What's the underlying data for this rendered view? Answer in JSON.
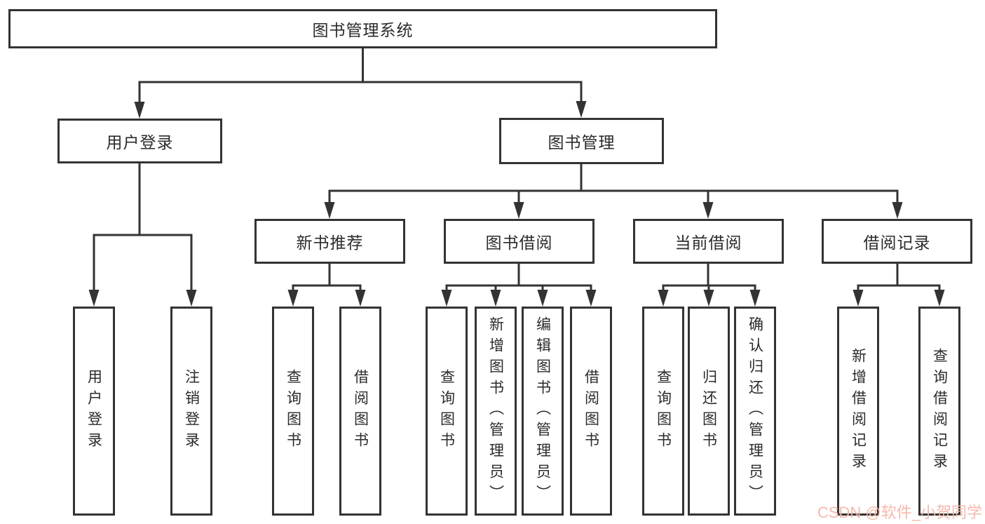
{
  "diagram": {
    "type": "hierarchy-tree",
    "colors": {
      "line": "#333333",
      "box_border": "#333333",
      "box_bg": "#ffffff",
      "text": "#2b2b2b",
      "watermark": "#f5b4a8"
    },
    "tree": {
      "root": {
        "label": "图书管理系统",
        "children": [
          {
            "label": "用户登录",
            "children": [
              {
                "label": "用户登录"
              },
              {
                "label": "注销登录"
              }
            ]
          },
          {
            "label": "图书管理",
            "children": [
              {
                "label": "新书推荐",
                "children": [
                  {
                    "label": "查询图书"
                  },
                  {
                    "label": "借阅图书"
                  }
                ]
              },
              {
                "label": "图书借阅",
                "children": [
                  {
                    "label": "查询图书"
                  },
                  {
                    "label": "新增图书（管理员）"
                  },
                  {
                    "label": "编辑图书（管理员）"
                  },
                  {
                    "label": "借阅图书"
                  }
                ]
              },
              {
                "label": "当前借阅",
                "children": [
                  {
                    "label": "查询图书"
                  },
                  {
                    "label": "归还图书"
                  },
                  {
                    "label": "确认归还（管理员）"
                  }
                ]
              },
              {
                "label": "借阅记录",
                "children": [
                  {
                    "label": "新增借阅记录"
                  },
                  {
                    "label": "查询借阅记录"
                  }
                ]
              }
            ]
          }
        ]
      }
    },
    "watermark": {
      "text": "CSDN @软件_小贺同学"
    }
  }
}
